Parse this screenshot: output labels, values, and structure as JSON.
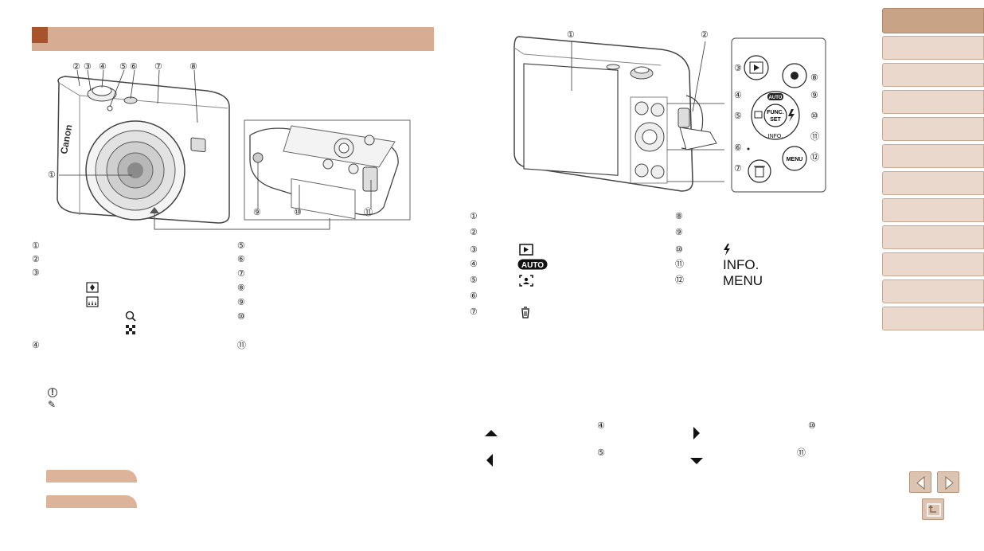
{
  "left_list": {
    "col1": [
      "①",
      "②",
      "③",
      "",
      "",
      "",
      "",
      "④"
    ],
    "col2": [
      "⑤",
      "⑥",
      "⑦",
      "⑧",
      "⑨",
      "⑩",
      "⑪"
    ]
  },
  "left_callouts_top": [
    "②",
    "③",
    "④",
    "⑤",
    "⑥",
    "⑦",
    "⑧"
  ],
  "left_callouts_other": [
    "①",
    "⑨",
    "⑩",
    "⑪"
  ],
  "left_notes": [
    "!",
    "✎"
  ],
  "right_list": {
    "col1": [
      "①",
      "②",
      "③",
      "④",
      "⑤",
      "⑥",
      "⑦"
    ],
    "col2": [
      "⑧",
      "⑨",
      "⑩",
      "⑪",
      "⑫"
    ]
  },
  "right_icon_labels": {
    "info": "INFO.",
    "menu": "MENU"
  },
  "right_callouts": [
    "①",
    "②",
    "③",
    "④",
    "⑤",
    "⑥",
    "⑦",
    "⑧",
    "⑨",
    "⑩",
    "⑪",
    "⑫"
  ],
  "back_panel_labels": {
    "auto": "AUTO",
    "func": "FUNC.",
    "set": "SET",
    "info": "INFO.",
    "menu": "MENU"
  },
  "camera_brand": "Canon",
  "bottom_arrows": {
    "a": "④",
    "b": "⑩",
    "c": "⑤",
    "d": "⑪"
  },
  "sidebar_tabs": 12,
  "colors": {
    "header": "#d6ad92",
    "header_square": "#a8532b",
    "tab": "#ead8cc",
    "tab_active": "#c9a386"
  }
}
